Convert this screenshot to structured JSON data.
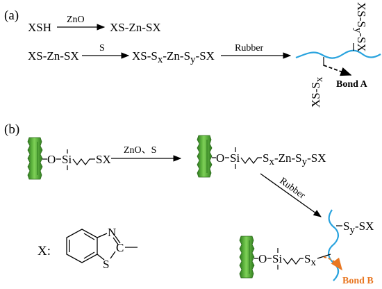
{
  "panel_a": {
    "label": "(a)",
    "reactant": "XSH",
    "reagent_1": "ZnO",
    "product_1": "XS-Zn-SX",
    "reactant_2": "XS-Zn-SX",
    "reagent_2": "S",
    "product_2": "XS-S",
    "product_2_sub_x": "x",
    "product_2_mid": "-Zn-S",
    "product_2_sub_y": "y",
    "product_2_end": "-SX",
    "reagent_3": "Rubber",
    "top_crosslink": "XS-S",
    "top_crosslink_sub": "y",
    "bottom_crosslink": "XS-S",
    "bottom_crosslink_sub": "x",
    "bond_label": "Bond A"
  },
  "panel_b": {
    "label": "(b)",
    "silane_1_a": "O",
    "silane_1_b": "Si",
    "silane_1_c": "SX",
    "reagent_1": "ZnO、S",
    "silane_2_a": "O",
    "silane_2_b": "Si",
    "silane_2_c": "S",
    "silane_2_c_sub": "x",
    "silane_2_d": "-Zn-S",
    "silane_2_d_sub": "y",
    "silane_2_e": "-SX",
    "reagent_2": "Rubber",
    "chain_label": "S",
    "chain_label_sub": "y",
    "chain_label_end": "-SX",
    "silane_3_a": "O",
    "silane_3_b": "Si",
    "silane_3_c": "S",
    "silane_3_c_sub": "x",
    "bond_label": "Bond B",
    "x_def_label": "X:",
    "atom_n": "N",
    "atom_c": "C",
    "atom_s": "S"
  },
  "colors": {
    "rubber_chain": "#29a3de",
    "rod_green": "#3f9a2a",
    "bond_b_arrow": "#e87722",
    "bond_b_text": "#e87722"
  }
}
